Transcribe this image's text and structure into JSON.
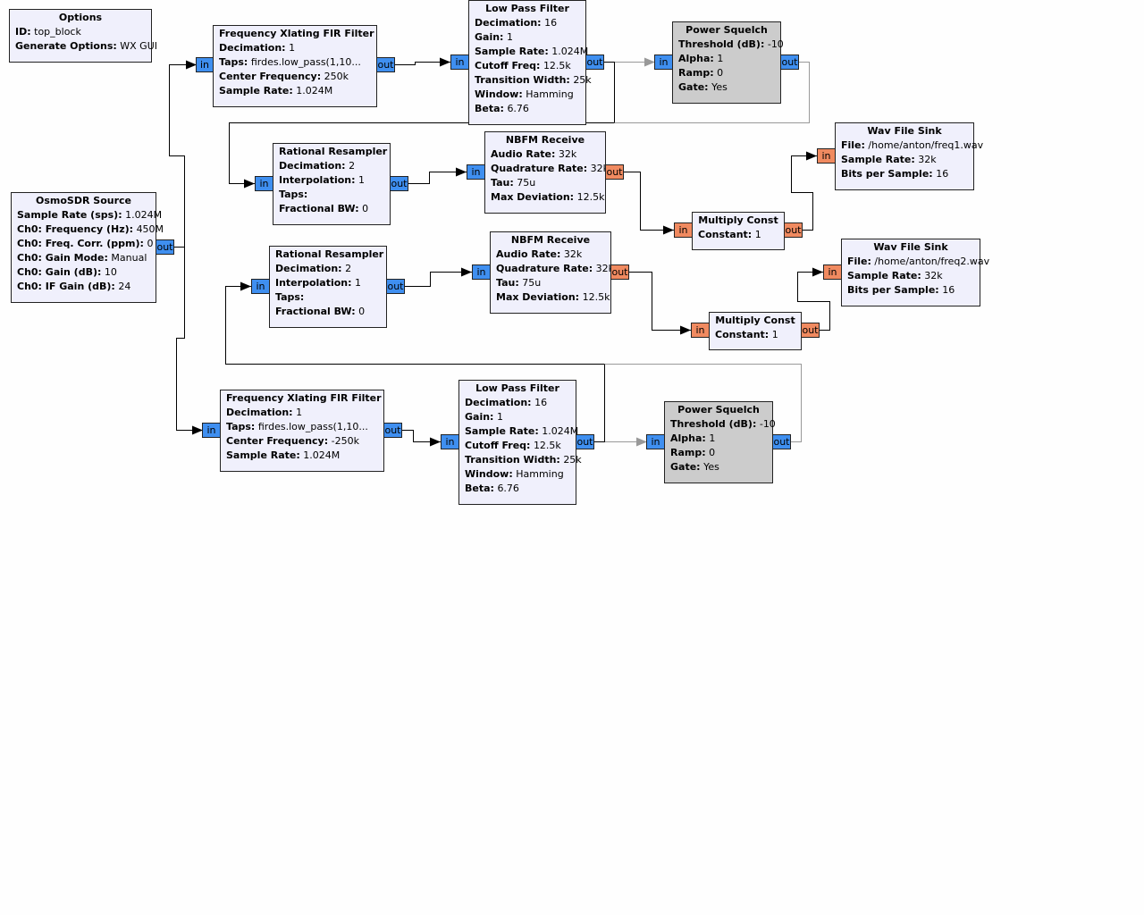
{
  "ports": {
    "in": "in",
    "out": "out"
  },
  "colors": {
    "complex_port": "#3f8ff0",
    "float_port": "#f08a60",
    "block_bg": "#f0f0fc",
    "disabled_bg": "#cccccc"
  },
  "blocks": {
    "options": {
      "title": "Options",
      "params": [
        {
          "name": "ID:",
          "value": "top_block"
        },
        {
          "name": "Generate Options:",
          "value": "WX GUI"
        }
      ]
    },
    "osmosdr_source": {
      "title": "OsmoSDR Source",
      "params": [
        {
          "name": "Sample Rate (sps):",
          "value": "1.024M"
        },
        {
          "name": "Ch0: Frequency (Hz):",
          "value": "450M"
        },
        {
          "name": "Ch0: Freq. Corr. (ppm):",
          "value": "0"
        },
        {
          "name": "Ch0: Gain Mode:",
          "value": "Manual"
        },
        {
          "name": "Ch0: Gain (dB):",
          "value": "10"
        },
        {
          "name": "Ch0: IF Gain (dB):",
          "value": "24"
        }
      ]
    },
    "freq_xlating_1": {
      "title": "Frequency Xlating FIR Filter",
      "params": [
        {
          "name": "Decimation:",
          "value": "1"
        },
        {
          "name": "Taps:",
          "value": "firdes.low_pass(1,10..."
        },
        {
          "name": "Center Frequency:",
          "value": "250k"
        },
        {
          "name": "Sample Rate:",
          "value": "1.024M"
        }
      ]
    },
    "low_pass_1": {
      "title": "Low Pass Filter",
      "params": [
        {
          "name": "Decimation:",
          "value": "16"
        },
        {
          "name": "Gain:",
          "value": "1"
        },
        {
          "name": "Sample Rate:",
          "value": "1.024M"
        },
        {
          "name": "Cutoff Freq:",
          "value": "12.5k"
        },
        {
          "name": "Transition Width:",
          "value": "25k"
        },
        {
          "name": "Window:",
          "value": "Hamming"
        },
        {
          "name": "Beta:",
          "value": "6.76"
        }
      ]
    },
    "power_squelch_1": {
      "title": "Power Squelch",
      "params": [
        {
          "name": "Threshold (dB):",
          "value": "-10"
        },
        {
          "name": "Alpha:",
          "value": "1"
        },
        {
          "name": "Ramp:",
          "value": "0"
        },
        {
          "name": "Gate:",
          "value": "Yes"
        }
      ]
    },
    "rational_resampler_1": {
      "title": "Rational Resampler",
      "params": [
        {
          "name": "Decimation:",
          "value": "2"
        },
        {
          "name": "Interpolation:",
          "value": "1"
        },
        {
          "name": "Taps:",
          "value": ""
        },
        {
          "name": "Fractional BW:",
          "value": "0"
        }
      ]
    },
    "nbfm_receive_1": {
      "title": "NBFM Receive",
      "params": [
        {
          "name": "Audio Rate:",
          "value": "32k"
        },
        {
          "name": "Quadrature Rate:",
          "value": "32k"
        },
        {
          "name": "Tau:",
          "value": "75u"
        },
        {
          "name": "Max Deviation:",
          "value": "12.5k"
        }
      ]
    },
    "multiply_const_1": {
      "title": "Multiply Const",
      "params": [
        {
          "name": "Constant:",
          "value": "1"
        }
      ]
    },
    "wav_sink_1": {
      "title": "Wav File Sink",
      "params": [
        {
          "name": "File:",
          "value": "/home/anton/freq1.wav"
        },
        {
          "name": "Sample Rate:",
          "value": "32k"
        },
        {
          "name": "Bits per Sample:",
          "value": "16"
        }
      ]
    },
    "rational_resampler_2": {
      "title": "Rational Resampler",
      "params": [
        {
          "name": "Decimation:",
          "value": "2"
        },
        {
          "name": "Interpolation:",
          "value": "1"
        },
        {
          "name": "Taps:",
          "value": ""
        },
        {
          "name": "Fractional BW:",
          "value": "0"
        }
      ]
    },
    "nbfm_receive_2": {
      "title": "NBFM Receive",
      "params": [
        {
          "name": "Audio Rate:",
          "value": "32k"
        },
        {
          "name": "Quadrature Rate:",
          "value": "32k"
        },
        {
          "name": "Tau:",
          "value": "75u"
        },
        {
          "name": "Max Deviation:",
          "value": "12.5k"
        }
      ]
    },
    "multiply_const_2": {
      "title": "Multiply Const",
      "params": [
        {
          "name": "Constant:",
          "value": "1"
        }
      ]
    },
    "wav_sink_2": {
      "title": "Wav File Sink",
      "params": [
        {
          "name": "File:",
          "value": "/home/anton/freq2.wav"
        },
        {
          "name": "Sample Rate:",
          "value": "32k"
        },
        {
          "name": "Bits per Sample:",
          "value": "16"
        }
      ]
    },
    "freq_xlating_2": {
      "title": "Frequency Xlating FIR Filter",
      "params": [
        {
          "name": "Decimation:",
          "value": "1"
        },
        {
          "name": "Taps:",
          "value": "firdes.low_pass(1,10..."
        },
        {
          "name": "Center Frequency:",
          "value": "-250k"
        },
        {
          "name": "Sample Rate:",
          "value": "1.024M"
        }
      ]
    },
    "low_pass_2": {
      "title": "Low Pass Filter",
      "params": [
        {
          "name": "Decimation:",
          "value": "16"
        },
        {
          "name": "Gain:",
          "value": "1"
        },
        {
          "name": "Sample Rate:",
          "value": "1.024M"
        },
        {
          "name": "Cutoff Freq:",
          "value": "12.5k"
        },
        {
          "name": "Transition Width:",
          "value": "25k"
        },
        {
          "name": "Window:",
          "value": "Hamming"
        },
        {
          "name": "Beta:",
          "value": "6.76"
        }
      ]
    },
    "power_squelch_2": {
      "title": "Power Squelch",
      "params": [
        {
          "name": "Threshold (dB):",
          "value": "-10"
        },
        {
          "name": "Alpha:",
          "value": "1"
        },
        {
          "name": "Ramp:",
          "value": "0"
        },
        {
          "name": "Gate:",
          "value": "Yes"
        }
      ]
    }
  }
}
